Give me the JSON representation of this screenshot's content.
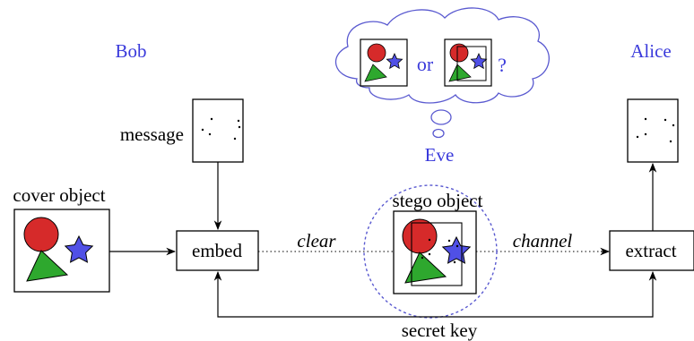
{
  "colors": {
    "name_blue": "#3a3adb",
    "circle_red": "#d62a2a",
    "star_blue": "#5050e6",
    "triangle_green": "#2ea82e",
    "eve_circle": "#5a5ad0",
    "cloud_stroke": "#5a5ad0"
  },
  "parties": {
    "bob": "Bob",
    "alice": "Alice",
    "eve": "Eve"
  },
  "labels": {
    "message": "message",
    "cover_object": "cover object",
    "stego_object": "stego object",
    "embed": "embed",
    "extract": "extract",
    "clear": "clear",
    "channel": "channel",
    "secret_key": "secret key"
  },
  "thought": {
    "or": "or",
    "question": "?"
  },
  "icons": {
    "cover_object": "cover-image-icon",
    "stego_object": "stego-image-icon",
    "message": "message-dots-icon",
    "extracted_message": "extracted-message-icon"
  }
}
